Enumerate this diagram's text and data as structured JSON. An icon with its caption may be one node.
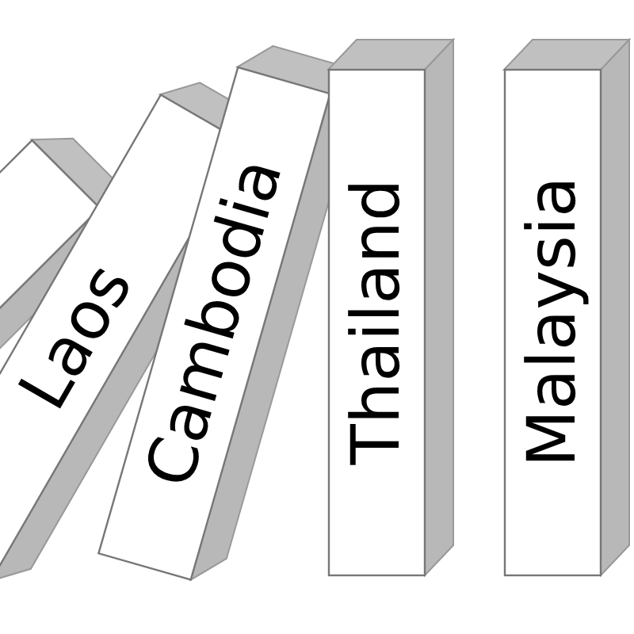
{
  "diagram": {
    "nodes": [
      {
        "text": [],
        "shape": "box"
      },
      {
        "text": [
          "Laos"
        ]
      },
      {
        "text": [
          "Cambodia"
        ]
      },
      {
        "text": [
          "Thailand"
        ]
      },
      {
        "text": [
          "Malaysia"
        ]
      }
    ]
  }
}
